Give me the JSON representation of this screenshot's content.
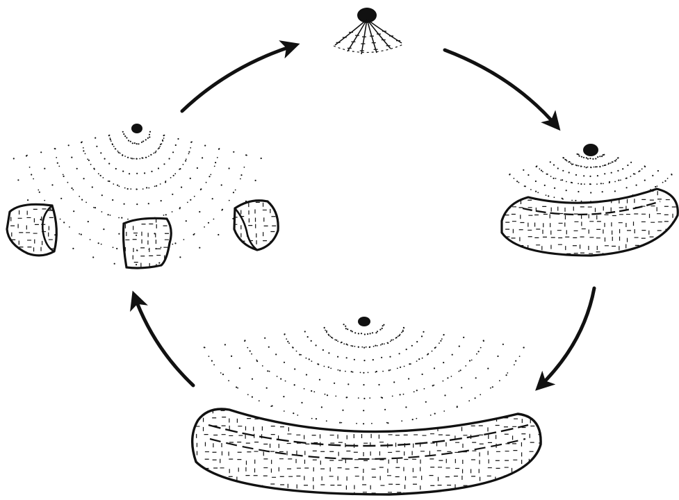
{
  "diagram": {
    "stages": [
      {
        "id": "origin-point",
        "kind": "point-with-short-rays"
      },
      {
        "id": "thin-arc-band",
        "kind": "fan-with-thin-band"
      },
      {
        "id": "wide-arc-band",
        "kind": "fan-with-wide-band"
      },
      {
        "id": "broken-fragments",
        "kind": "fan-with-three-fragments"
      }
    ],
    "cycle_direction": "clockwise",
    "arrow_count": 4,
    "colors": {
      "ink": "#111111",
      "background": "#ffffff"
    }
  }
}
